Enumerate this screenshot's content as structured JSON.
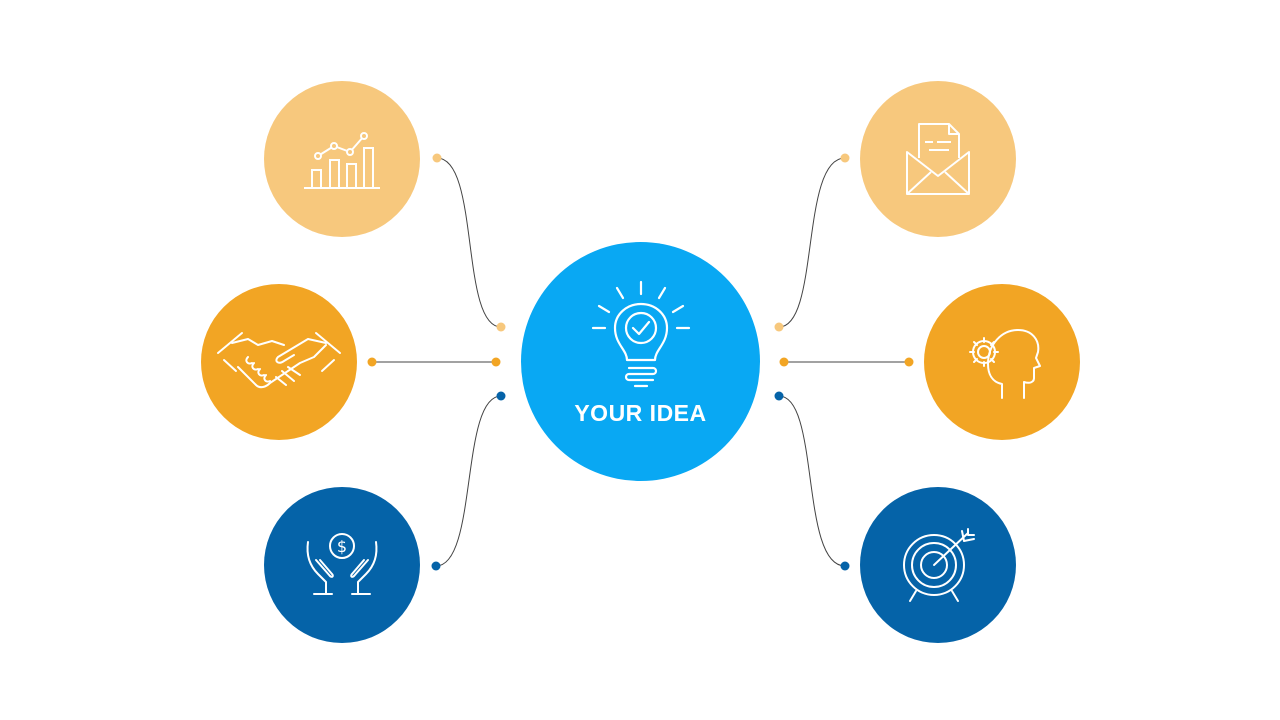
{
  "center": {
    "label": "YOUR IDEA",
    "color": "#09a8f3",
    "icon": "lightbulb-check-icon"
  },
  "nodes": [
    {
      "id": "top-left",
      "icon": "growth-chart-icon",
      "color": "#f7c87d"
    },
    {
      "id": "middle-left",
      "icon": "handshake-icon",
      "color": "#f2a524"
    },
    {
      "id": "bottom-left",
      "icon": "money-in-hands-icon",
      "color": "#0563a8"
    },
    {
      "id": "top-right",
      "icon": "envelope-letter-icon",
      "color": "#f7c87d"
    },
    {
      "id": "middle-right",
      "icon": "head-gear-icon",
      "color": "#f2a524"
    },
    {
      "id": "bottom-right",
      "icon": "target-arrow-icon",
      "color": "#0563a8"
    }
  ],
  "connector_color": "#333333"
}
